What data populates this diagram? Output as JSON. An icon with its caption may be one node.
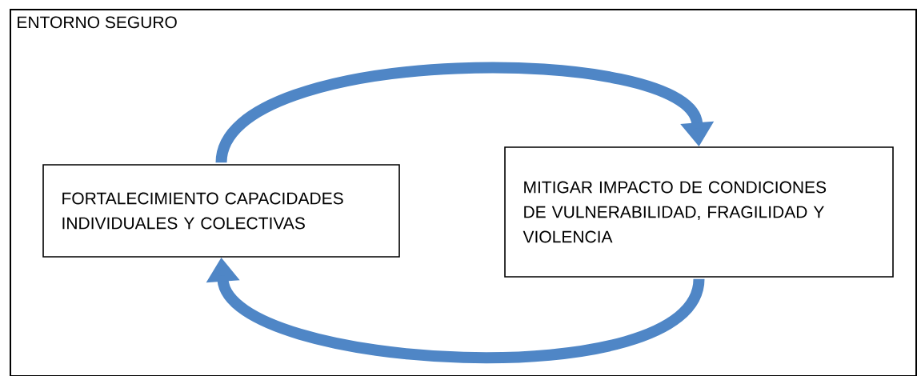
{
  "diagram": {
    "nodes": [
      {
        "text": [
          "ENTORNO SEGURO"
        ]
      },
      {
        "text": [
          "FORTALECIMIENTO CAPACIDADES INDIVIDUALES Y COLECTIVAS"
        ],
        "in": 0
      },
      {
        "text": [
          "MITIGAR IMPACTO DE CONDICIONES DE VULNERABILIDAD, FRAGILIDAD Y VIOLENCIA"
        ],
        "in": 0
      }
    ],
    "edges": [
      {
        "from": 1,
        "to": 2,
        "arrow": "to"
      },
      {
        "from": 2,
        "to": 1,
        "arrow": "to"
      }
    ]
  }
}
